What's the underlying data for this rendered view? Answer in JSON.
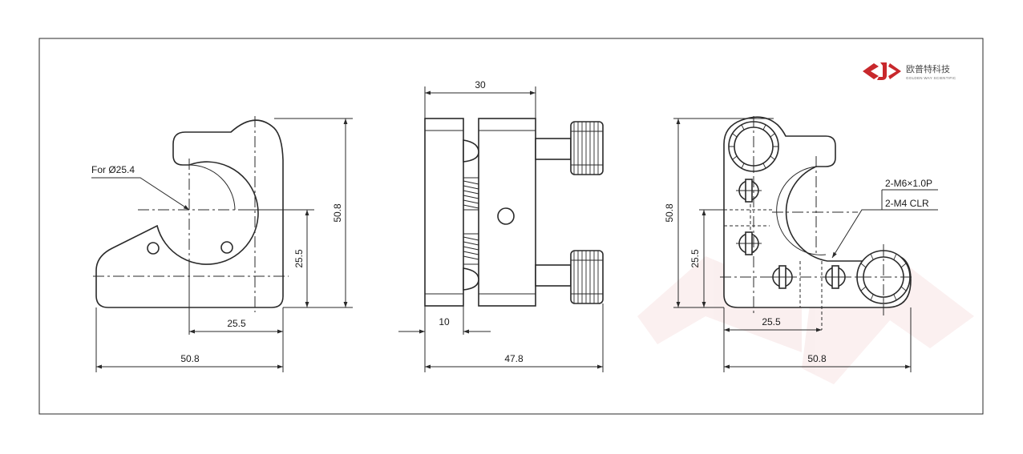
{
  "front_view": {
    "callout": "For Ø25.4",
    "dim_horizontal_offset": "25.5",
    "dim_total_width": "50.8",
    "dim_vertical_offset": "25.5",
    "dim_total_height": "50.8"
  },
  "side_view": {
    "dim_top_width": "30",
    "dim_thickness": "10",
    "dim_total_depth": "47.8"
  },
  "back_view": {
    "callout_line1": "2-M6×1.0P",
    "callout_line2": "2-M4  CLR",
    "dim_horizontal_offset": "25.5",
    "dim_total_width": "50.8",
    "dim_vertical_offset": "25.5",
    "dim_total_height": "50.8"
  },
  "logo": {
    "name_cn": "欧普特科技",
    "name_en": "GOLDEN WAY SCIENTIFIC",
    "color": "#c8282c"
  }
}
